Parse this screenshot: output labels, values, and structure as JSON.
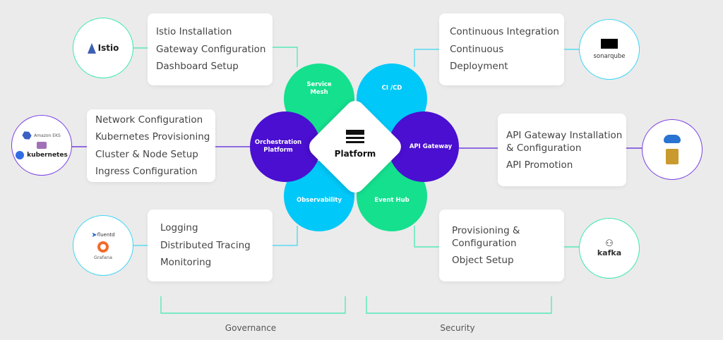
{
  "center": {
    "title": "Platform",
    "icon": "hamburger-stack-icon"
  },
  "petals": [
    {
      "label": "Service\nMesh",
      "color": "#14e08e"
    },
    {
      "label": "CI /CD",
      "color": "#00c8f8"
    },
    {
      "label": "Orchestration\nPlatform",
      "color": "#4a0fd0"
    },
    {
      "label": "API Gateway",
      "color": "#4a0fd0"
    },
    {
      "label": "Observability",
      "color": "#00c8f8"
    },
    {
      "label": "Event Hub",
      "color": "#14e08e"
    }
  ],
  "boxes": {
    "service_mesh": [
      "Istio Installation",
      "Gateway Configuration",
      "Dashboard Setup"
    ],
    "orchestration": [
      "Network Configuration",
      "Kubernetes Provisioning",
      "Cluster & Node Setup",
      "Ingress Configuration"
    ],
    "observability": [
      "Logging",
      "Distributed Tracing",
      "Monitoring"
    ],
    "cicd": [
      "Continuous Integration",
      "Continuous Deployment"
    ],
    "api_gateway": [
      "API Gateway Installation\n& Configuration",
      "API Promotion"
    ],
    "event_hub": [
      "Provisioning &\nConfiguration",
      "Object Setup"
    ]
  },
  "tools": {
    "istio": "Istio",
    "eks": "Amazon EKS",
    "kubernetes": "kubernetes",
    "fluentd": "fluentd",
    "grafana": "Grafana",
    "sonarqube": "sonarqube",
    "kafka": "kafka"
  },
  "groups": {
    "governance": "Governance",
    "security": "Security"
  },
  "colors": {
    "green": "#14e08e",
    "cyan": "#00c8f8",
    "purple": "#4a0fd0",
    "teal_border": "#3be8b0",
    "cyan_border": "#3dd5f3",
    "purple_border": "#7b3fe4",
    "background": "#ebebeb"
  }
}
